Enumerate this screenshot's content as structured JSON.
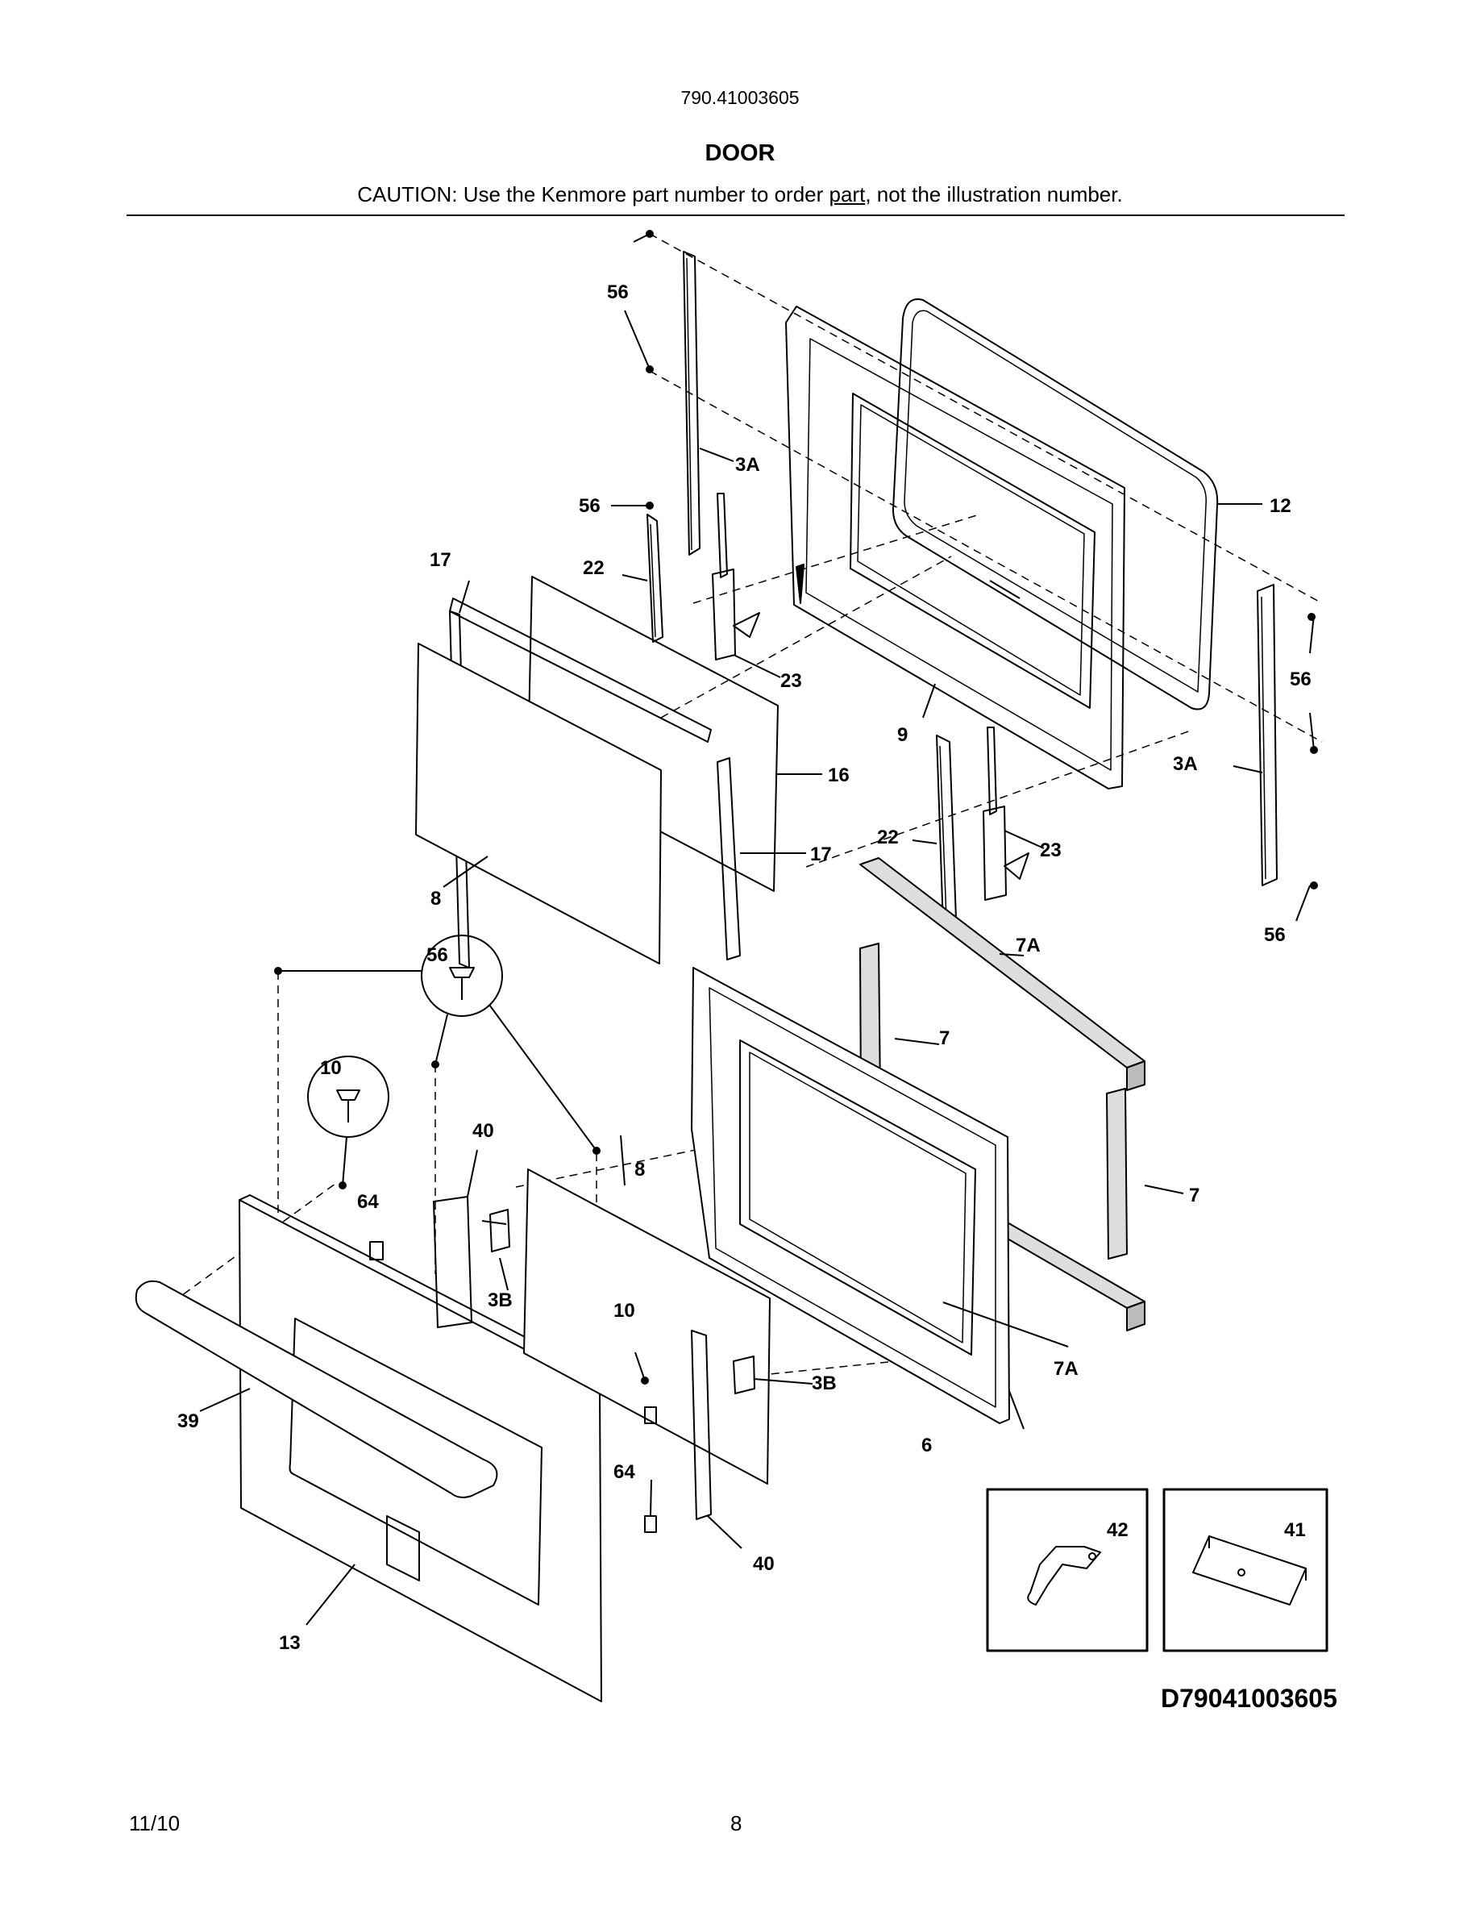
{
  "header": {
    "model_number": "790.41003605",
    "section_title": "DOOR",
    "caution_prefix": "CAUTION: Use the Kenmore part number to order ",
    "caution_link": "part",
    "caution_suffix": ", not the illustration number."
  },
  "callouts": {
    "c56_top": "56",
    "c3a_top": "3A",
    "c56_mid": "56",
    "c12": "12",
    "c17_top": "17",
    "c22_left": "22",
    "c23_left": "23",
    "c16": "16",
    "c9": "9",
    "c56_right": "56",
    "c3a_right": "3A",
    "c17_right": "17",
    "c8_glass": "8",
    "c22_right": "22",
    "c23_right": "23",
    "c7a_top": "7A",
    "c56_bottom_right": "56",
    "c56_circle": "56",
    "c10_circle": "10",
    "c7_left": "7",
    "c40_left": "40",
    "c8_lower": "8",
    "c7_right": "7",
    "c64_left": "64",
    "c3b_left": "3B",
    "c10_lower": "10",
    "c3b_right": "3B",
    "c7a_bottom": "7A",
    "c39": "39",
    "c6": "6",
    "c64_lower": "64",
    "c40_lower": "40",
    "c13": "13",
    "c42": "42",
    "c41": "41"
  },
  "footer": {
    "diagram_id": "D79041003605",
    "date": "11/10",
    "page_number": "8"
  }
}
